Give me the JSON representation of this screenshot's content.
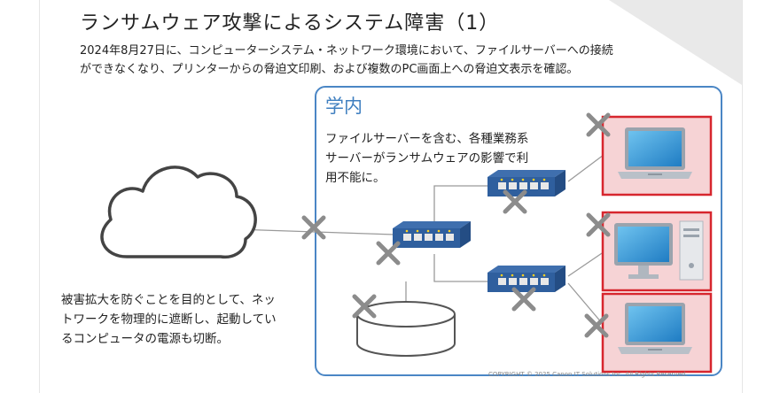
{
  "title": "ランサムウェア攻撃によるシステム障害（1）",
  "description": [
    "2024年8月27日に、コンピューターシステム・ネットワーク環境において、ファイルサーバーへの接続",
    "ができなくなり、プリンターからの脅迫文印刷、および複数のPC画面上への脅迫文表示を確認。"
  ],
  "campus": {
    "label": "学内",
    "text": [
      "ファイルサーバーを含む、各種業務系",
      "サーバーがランサムウェアの影響で利",
      "用不能に。"
    ]
  },
  "note": [
    "被害拡大を防ぐことを目的として、ネッ",
    "トワークを物理的に遮断し、起動してい",
    "るコンピュータの電源も切断。"
  ],
  "copyright": "COPYRIGHT © 2025 Canon IT Solutions Inc. All Rights Reserved.",
  "colors": {
    "accent_blue": "#4a86c5",
    "alert_red": "#d7262e",
    "alert_fill": "#f6d3d5",
    "cross_gray": "#8c8c8c",
    "device_blue": "#2f5f9e"
  },
  "icons": [
    "cloud-icon",
    "network-switch-icon",
    "storage-icon",
    "laptop-icon",
    "desktop-pc-icon",
    "cross-mark-icon"
  ]
}
